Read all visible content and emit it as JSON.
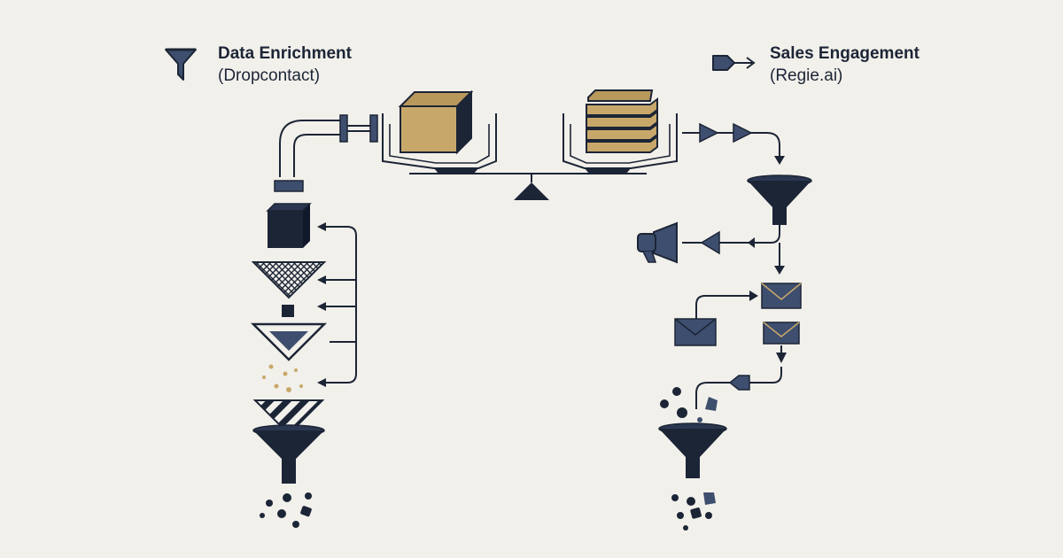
{
  "legend": {
    "left": {
      "icon": "funnel-icon",
      "title": "Data Enrichment",
      "subtitle": "(Dropcontact)"
    },
    "right": {
      "icon": "arrow-tag-icon",
      "title": "Sales Engagement",
      "subtitle": "(Regie.ai)"
    }
  },
  "colors": {
    "background": "#f2f0eb",
    "navy": "#1c2536",
    "slate": "#3e4e6e",
    "gold": "#c8a86a",
    "tan": "#b9985c"
  }
}
